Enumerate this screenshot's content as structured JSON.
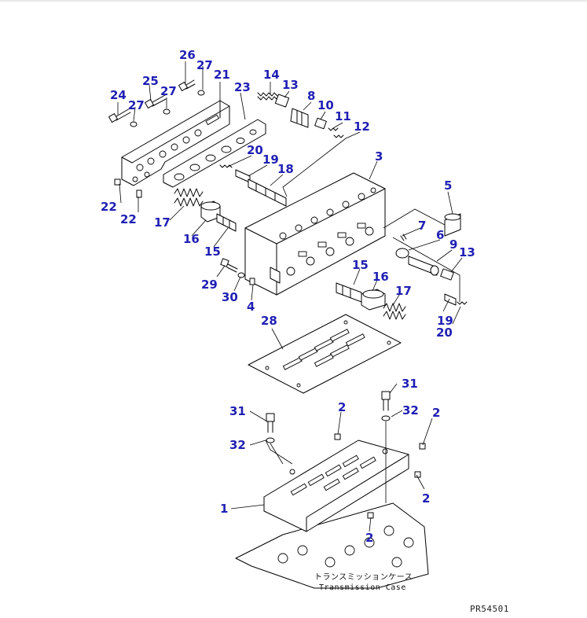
{
  "callouts": {
    "c1": "1",
    "c2a": "2",
    "c2b": "2",
    "c2c": "2",
    "c2d": "2",
    "c3": "3",
    "c4": "4",
    "c5": "5",
    "c6": "6",
    "c7": "7",
    "c8": "8",
    "c9": "9",
    "c10": "10",
    "c11": "11",
    "c12": "12",
    "c13a": "13",
    "c13b": "13",
    "c14": "14",
    "c15a": "15",
    "c15b": "15",
    "c16a": "16",
    "c16b": "16",
    "c17a": "17",
    "c17b": "17",
    "c18": "18",
    "c19a": "19",
    "c19b": "19",
    "c20a": "20",
    "c20b": "20",
    "c21": "21",
    "c22a": "22",
    "c22b": "22",
    "c23": "23",
    "c24": "24",
    "c25": "25",
    "c26": "26",
    "c27a": "27",
    "c27b": "27",
    "c27c": "27",
    "c28": "28",
    "c29": "29",
    "c30": "30",
    "c31a": "31",
    "c31b": "31",
    "c32a": "32",
    "c32b": "32"
  },
  "case_label_jp": "トランスミッションケース",
  "case_label_en": "Transmission Case",
  "document_id": "PR54501",
  "colors": {
    "callout": "#1f1fb4",
    "line": "#000000",
    "background": "#ffffff"
  }
}
